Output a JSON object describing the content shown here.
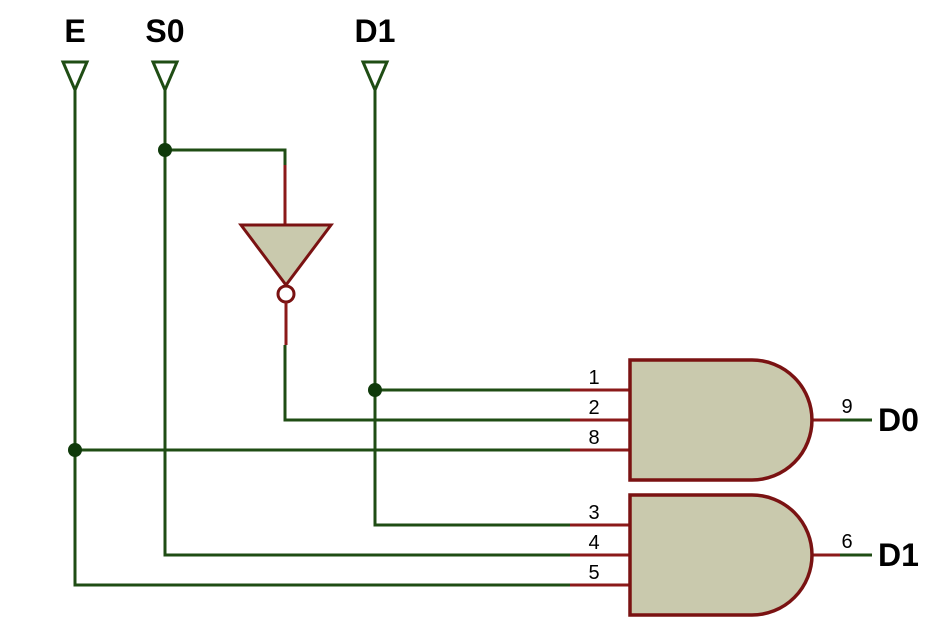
{
  "inputs": [
    {
      "id": "E",
      "label": "E"
    },
    {
      "id": "S0",
      "label": "S0"
    },
    {
      "id": "D1_in",
      "label": "D1"
    }
  ],
  "outputs": [
    {
      "id": "D0",
      "label": "D0"
    },
    {
      "id": "D1_out",
      "label": "D1"
    }
  ],
  "gate1": {
    "pins": [
      "1",
      "2",
      "8"
    ],
    "out_pin": "9"
  },
  "gate2": {
    "pins": [
      "3",
      "4",
      "5"
    ],
    "out_pin": "6"
  },
  "colors": {
    "wire": "#1f4d14",
    "junction": "#0f3a0a",
    "gate_stroke": "#7a1212",
    "gate_fill": "#c9c9ad",
    "pin_stub": "#8b1a1a",
    "text": "#000000"
  }
}
